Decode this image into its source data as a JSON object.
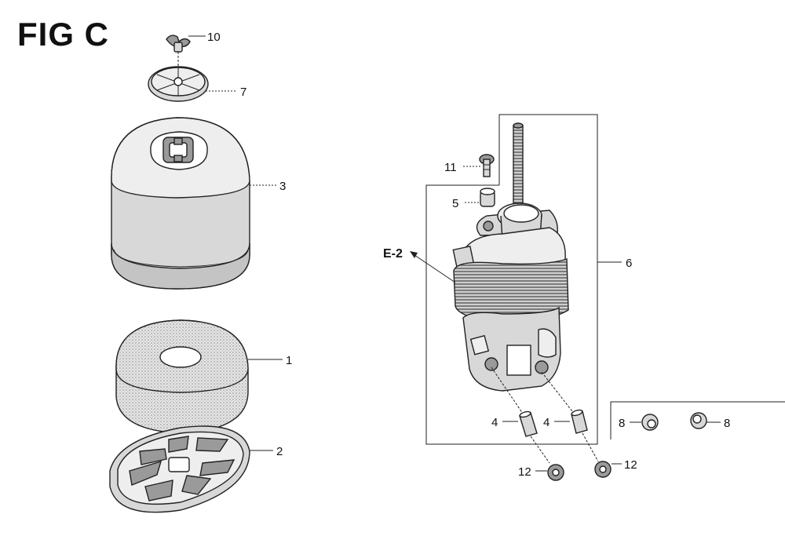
{
  "title": "FIG C",
  "callouts": {
    "c10": "10",
    "c7": "7",
    "c3": "3",
    "c1": "1",
    "c2": "2",
    "c11": "11",
    "c5": "5",
    "c6": "6",
    "ce2": "E-2",
    "c4a": "4",
    "c4b": "4",
    "c12a": "12",
    "c12b": "12",
    "c8a": "8",
    "c8b": "8"
  }
}
